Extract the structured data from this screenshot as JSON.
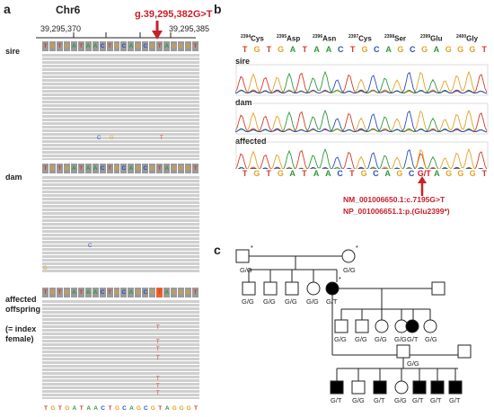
{
  "panel_a": {
    "label": "a",
    "chromosome": "Chr6",
    "coord_left": "39,295,370",
    "coord_right": "39,295,385",
    "mutation": "g.39,295,382G>T",
    "rows": [
      {
        "label": "sire"
      },
      {
        "label": "dam"
      },
      {
        "label": "affected\noffspring\n\n(= index\nfemale)"
      }
    ],
    "ref_seq": "TGTGATAACTGCAGCGTAGGGT",
    "read_snps": {
      "sire": [
        "C",
        "G",
        "T"
      ],
      "dam": [
        "C",
        "G"
      ],
      "affected": [
        "T",
        "T",
        "T",
        "T",
        "T",
        "T",
        "T"
      ]
    }
  },
  "panel_b": {
    "label": "b",
    "amino_acids": [
      {
        "num": "2394",
        "name": "Cys"
      },
      {
        "num": "2395",
        "name": "Asp"
      },
      {
        "num": "2396",
        "name": "Asn"
      },
      {
        "num": "2397",
        "name": "Cys"
      },
      {
        "num": "2398",
        "name": "Ser"
      },
      {
        "num": "2399",
        "name": "Glu"
      },
      {
        "num": "2400",
        "name": "Gly"
      }
    ],
    "codon_seq": "TGTGATAACTGCAGCGAGGGT",
    "traces": [
      "sire",
      "dam",
      "affected"
    ],
    "bottom_seq": "TGTGATAACTGCAGCG/TAGGGT",
    "notation_line1": "NM_001006650.1:c.7195G>T",
    "notation_line2": "NP_001006651.1:p.(Glu2399*)"
  },
  "panel_c": {
    "label": "c",
    "gen1": [
      "G/G",
      "G/G"
    ],
    "gen2": [
      "G/G",
      "G/G",
      "G/G",
      "G/G",
      "G/T"
    ],
    "gen3": [
      "G/G",
      "G/G",
      "G/G",
      "G/G",
      "G/T",
      "G/G"
    ],
    "gen3_mate": "G/G",
    "gen4": [
      "G/T",
      "G/G",
      "G/T",
      "G/G",
      "G/T",
      "G/T",
      "G/T"
    ],
    "star": "*"
  },
  "colors": {
    "red": "#c8202a",
    "T": "#d63a2a",
    "G": "#e5a125",
    "A": "#2e9a3a",
    "C": "#2a4fbf"
  }
}
